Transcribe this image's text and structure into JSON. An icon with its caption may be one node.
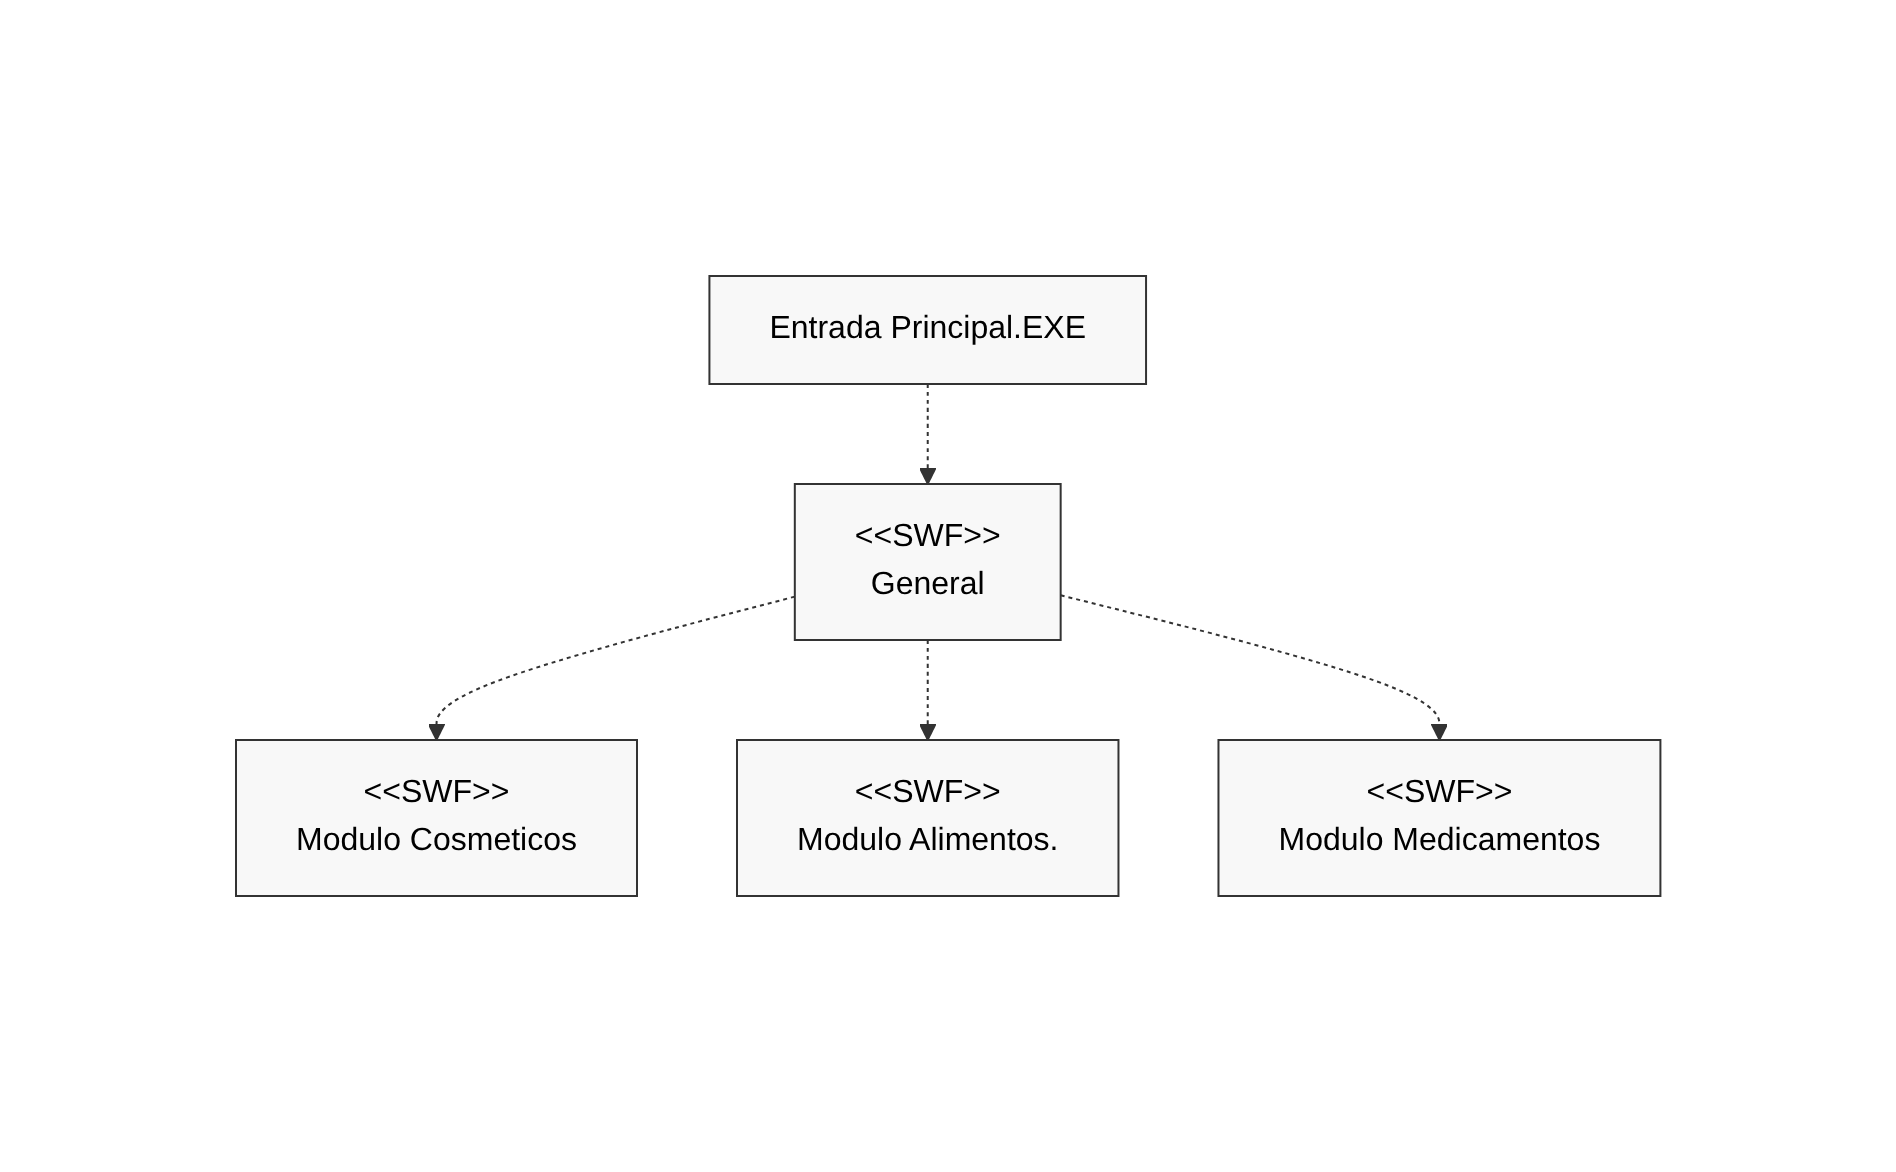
{
  "diagram": {
    "nodes": [
      {
        "text": [
          "Entrada Principal.EXE"
        ]
      },
      {
        "text": [
          "<<SWF>>",
          "General"
        ]
      },
      {
        "text": [
          "<<SWF>>",
          "Modulo Cosmeticos"
        ]
      },
      {
        "text": [
          "<<SWF>>",
          "Modulo Alimentos."
        ]
      },
      {
        "text": [
          "<<SWF>>",
          "Modulo Medicamentos"
        ]
      }
    ],
    "edges": [
      {
        "from": 0,
        "to": 1,
        "arrow": "to",
        "style": "dashed"
      },
      {
        "from": 1,
        "to": 2,
        "arrow": "to",
        "style": "dashed"
      },
      {
        "from": 1,
        "to": 3,
        "arrow": "to",
        "style": "dashed"
      },
      {
        "from": 1,
        "to": 4,
        "arrow": "to",
        "style": "dashed"
      }
    ]
  }
}
